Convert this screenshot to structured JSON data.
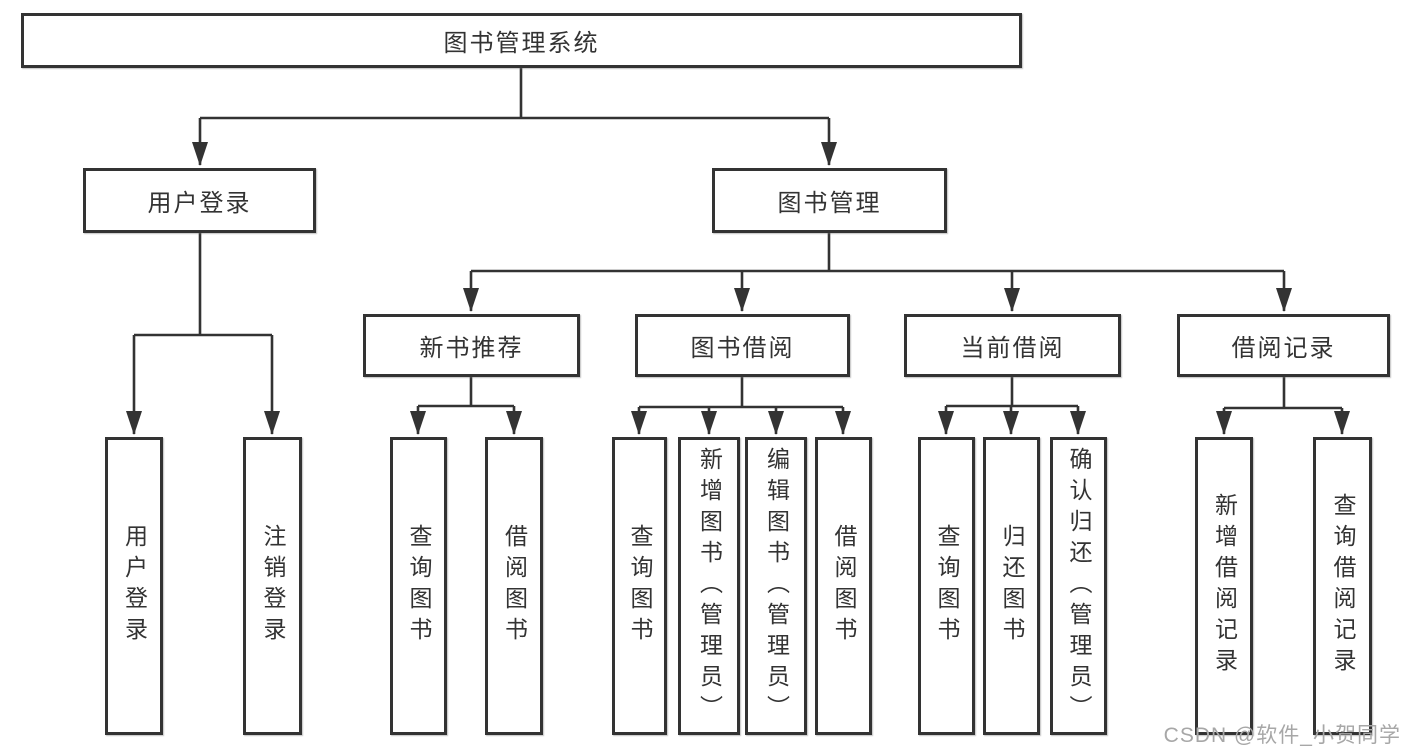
{
  "diagram": {
    "type": "tree-diagram",
    "background": "#ffffff",
    "line_color": "#333333",
    "text_color": "#333333",
    "watermark": {
      "text": "CSDN @软件_小贺同学",
      "color": "#a7a7a7"
    },
    "nodes": {
      "root": {
        "label": "图书管理系统"
      },
      "level2": [
        {
          "label": "用户登录"
        },
        {
          "label": "图书管理"
        }
      ],
      "level3": [
        {
          "label": "新书推荐",
          "parent": "图书管理"
        },
        {
          "label": "图书借阅",
          "parent": "图书管理"
        },
        {
          "label": "当前借阅",
          "parent": "图书管理"
        },
        {
          "label": "借阅记录",
          "parent": "图书管理"
        }
      ],
      "leaves": [
        {
          "label": "用户登录",
          "parent": "用户登录"
        },
        {
          "label": "注销登录",
          "parent": "用户登录"
        },
        {
          "label": "查询图书",
          "parent": "新书推荐"
        },
        {
          "label": "借阅图书",
          "parent": "新书推荐"
        },
        {
          "label": "查询图书",
          "parent": "图书借阅"
        },
        {
          "label": "新增图书（管理员）",
          "parent": "图书借阅"
        },
        {
          "label": "编辑图书（管理员）",
          "parent": "图书借阅"
        },
        {
          "label": "借阅图书",
          "parent": "图书借阅"
        },
        {
          "label": "查询图书",
          "parent": "当前借阅"
        },
        {
          "label": "归还图书",
          "parent": "当前借阅"
        },
        {
          "label": "确认归还（管理员）",
          "parent": "当前借阅"
        },
        {
          "label": "新增借阅记录",
          "parent": "借阅记录"
        },
        {
          "label": "查询借阅记录",
          "parent": "借阅记录"
        }
      ]
    }
  }
}
